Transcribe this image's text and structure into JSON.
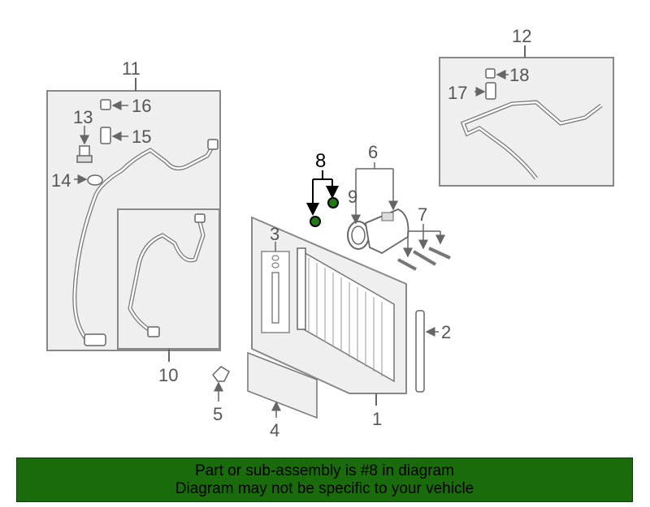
{
  "callouts": {
    "c1": "1",
    "c2": "2",
    "c3": "3",
    "c4": "4",
    "c5": "5",
    "c6": "6",
    "c7": "7",
    "c8": "8",
    "c9": "9",
    "c10": "10",
    "c11": "11",
    "c12": "12",
    "c13": "13",
    "c14": "14",
    "c15": "15",
    "c16": "16",
    "c17": "17",
    "c18": "18"
  },
  "banner": {
    "line1": "Part or sub-assembly is #8 in diagram",
    "line2": "Diagram may not be specific to your vehicle"
  },
  "colors": {
    "banner_bg": "#1a6b0c",
    "highlight_part": "#1f7a12",
    "panel_fill": "#efefef",
    "line": "#666666"
  }
}
